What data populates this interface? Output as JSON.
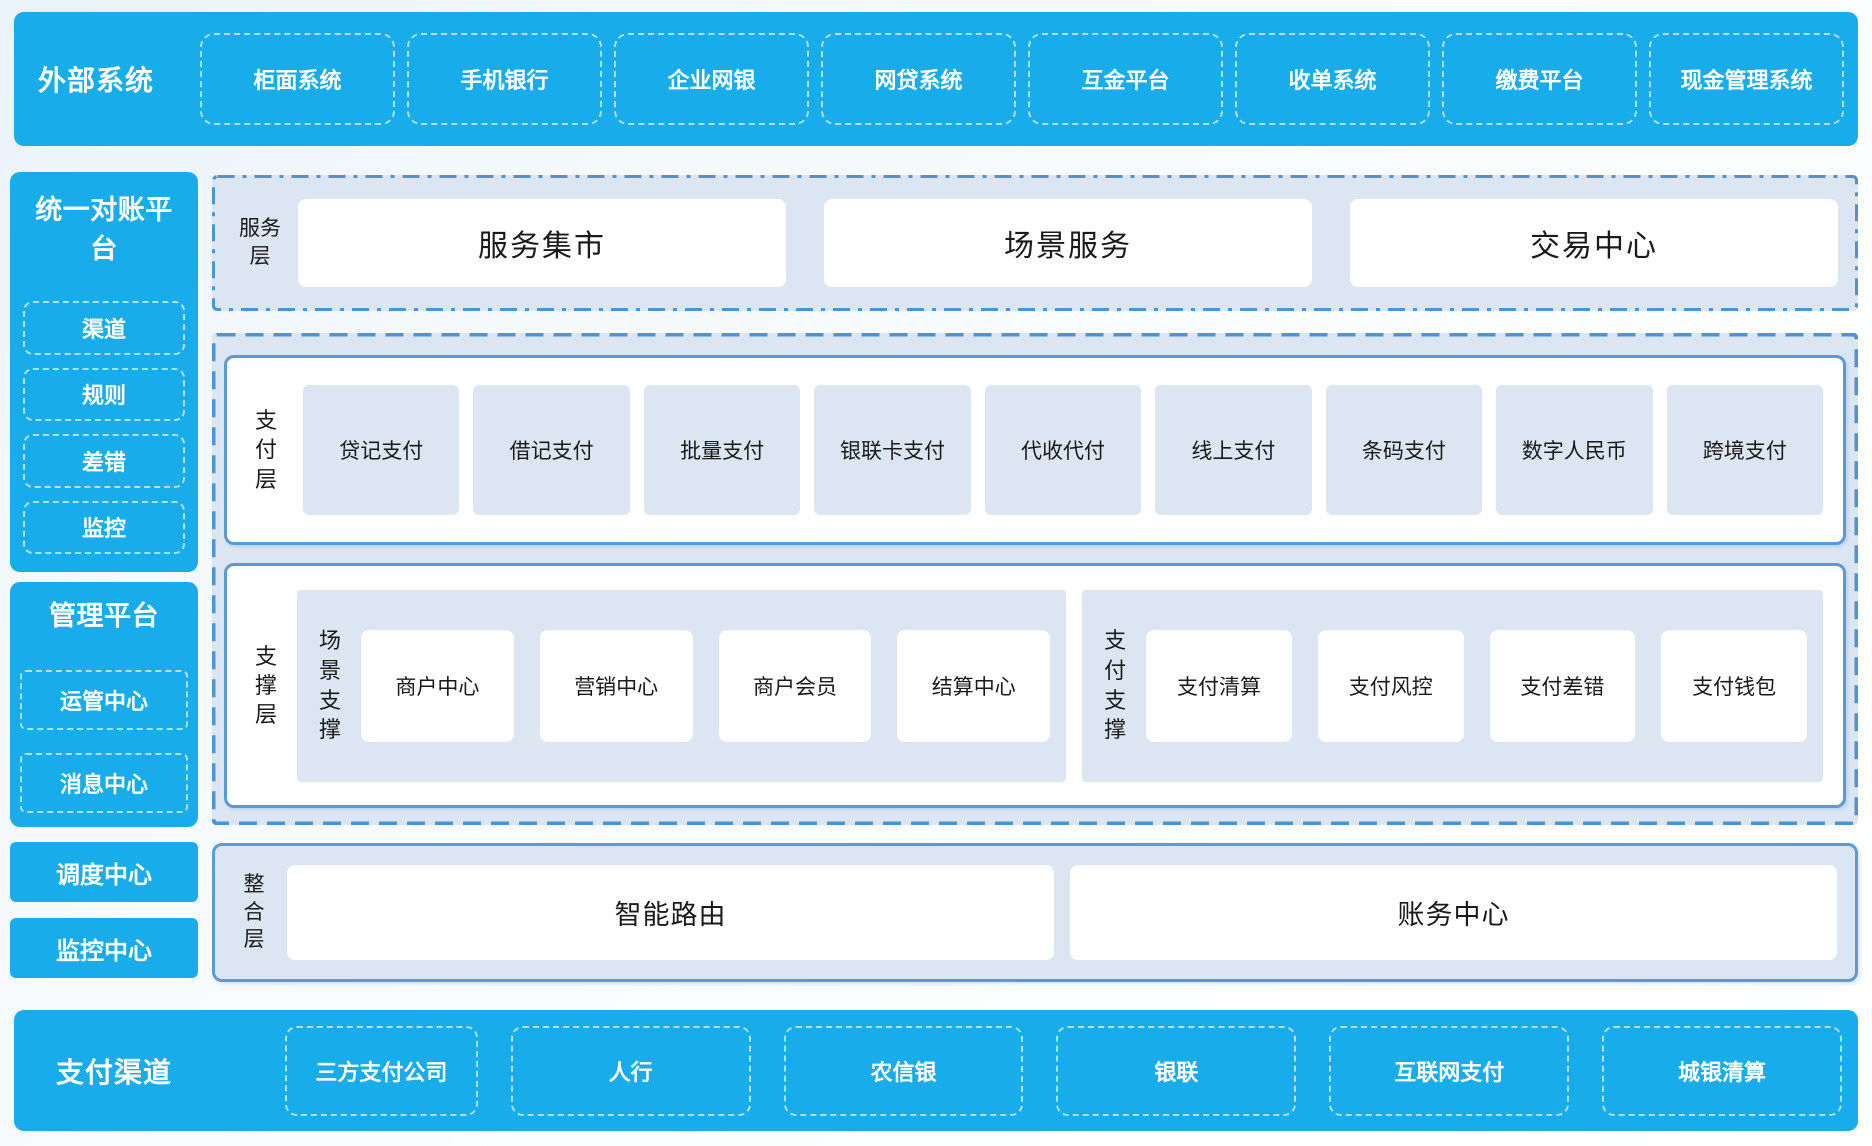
{
  "external_systems": {
    "title": "外部系统",
    "items": [
      "柜面系统",
      "手机银行",
      "企业网银",
      "网贷系统",
      "互金平台",
      "收单系统",
      "缴费平台",
      "现金管理系统"
    ]
  },
  "reconciliation_platform": {
    "title": "统一对账平台",
    "items": [
      "渠道",
      "规则",
      "差错",
      "监控"
    ]
  },
  "management_platform": {
    "title": "管理平台",
    "items": [
      "运管中心",
      "消息中心"
    ]
  },
  "dispatch_center": "调度中心",
  "monitor_center": "监控中心",
  "service_layer": {
    "label": "服务层",
    "items": [
      "服务集市",
      "场景服务",
      "交易中心"
    ]
  },
  "payment_layer": {
    "label": "支付层",
    "items": [
      "贷记支付",
      "借记支付",
      "批量支付",
      "银联卡支付",
      "代收代付",
      "线上支付",
      "条码支付",
      "数字人民币",
      "跨境支付"
    ]
  },
  "support_layer": {
    "label": "支撑层",
    "groups": [
      {
        "label": "场景支撑",
        "items": [
          "商户中心",
          "营销中心",
          "商户会员",
          "结算中心"
        ]
      },
      {
        "label": "支付支撑",
        "items": [
          "支付清算",
          "支付风控",
          "支付差错",
          "支付钱包"
        ]
      }
    ]
  },
  "integration_layer": {
    "label": "整合层",
    "items": [
      "智能路由",
      "账务中心"
    ]
  },
  "payment_channels": {
    "title": "支付渠道",
    "items": [
      "三方支付公司",
      "人行",
      "农信银",
      "银联",
      "互联网支付",
      "城银清算"
    ]
  },
  "colors": {
    "brand_blue": "#18ACEA",
    "panel_light": "#DCE6F3",
    "border_blue": "#5B9BD5"
  }
}
